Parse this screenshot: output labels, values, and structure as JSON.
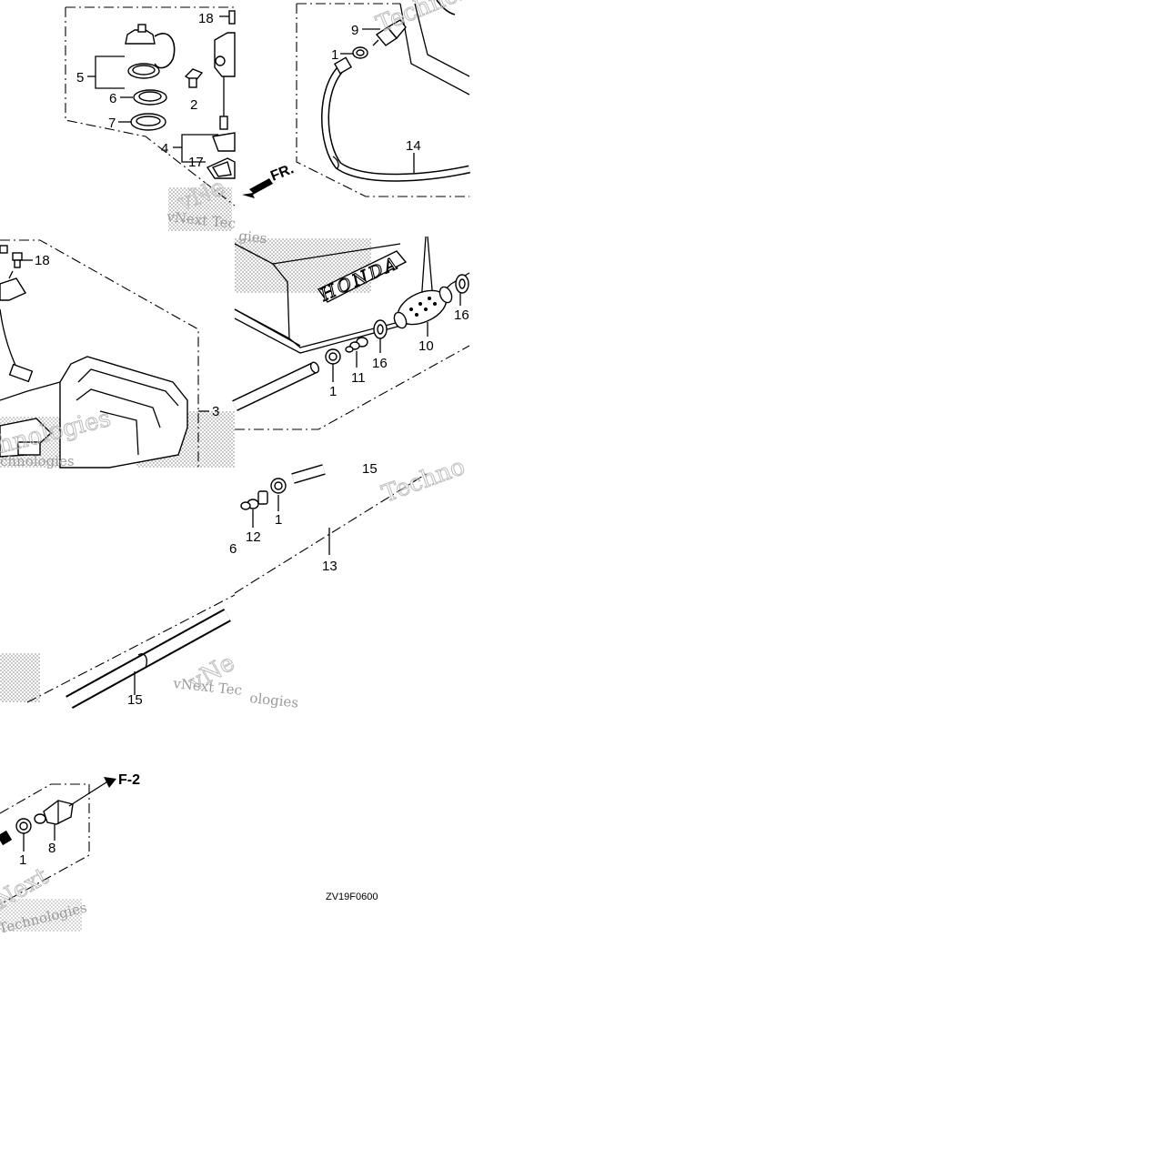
{
  "diagram": {
    "drawing_code": "ZV19F0600",
    "brand_text": "HONDA",
    "direction_label": "FR.",
    "reference_label": "F-2",
    "watermarks": {
      "vnext_tech": "vNext Tec",
      "technologies": "Technologies",
      "nologies": "nologies",
      "technologies_top": "Technolo",
      "technologies_mid": "Techno",
      "next": "Next",
      "vnext": "vNe",
      "ologies": "ologies",
      "gies": "gies",
      "technologies_left": "hnologies",
      "chnologies": "chnologies"
    },
    "callouts": {
      "c18a": "18",
      "c5": "5",
      "c6": "6",
      "c7": "7",
      "c2": "2",
      "c4": "4",
      "c17": "17",
      "c9": "9",
      "c1a": "1",
      "c14": "14",
      "c18b": "18",
      "c3": "3",
      "c16a": "16",
      "c10": "10",
      "c16b": "16",
      "c11": "11",
      "c1b": "1",
      "c15a": "15",
      "c12": "12",
      "c1c": "1",
      "c13": "13",
      "c15b": "15",
      "c6b": "6",
      "c1d": "1",
      "c8": "8"
    }
  }
}
